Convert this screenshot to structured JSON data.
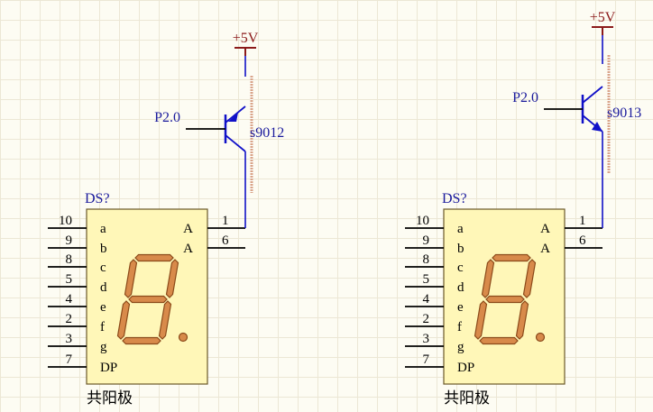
{
  "colors": {
    "wire": "#1010c8",
    "power": "#8b1a1a",
    "label_blue": "#1a1a9c",
    "body_fill": "#fff7b8",
    "body_stroke": "#6b5a2a",
    "segment_fill": "#d88a4a",
    "segment_stroke": "#8b4a1a",
    "pin": "#000000",
    "text": "#000000"
  },
  "circuits": [
    {
      "power_label": "+5V",
      "transistor_label": "s9012",
      "base_signal_label": "P2.0",
      "transistor_type": "PNP",
      "display": {
        "designator": "DS?",
        "comment": "共阳极",
        "left_pins": [
          "10",
          "9",
          "8",
          "5",
          "4",
          "2",
          "3",
          "7"
        ],
        "segment_labels": [
          "a",
          "b",
          "c",
          "d",
          "e",
          "f",
          "g",
          "DP"
        ],
        "right_pins": [
          "1",
          "6"
        ],
        "right_labels": [
          "A",
          "A"
        ]
      }
    },
    {
      "power_label": "+5V",
      "transistor_label": "s9013",
      "base_signal_label": "P2.0",
      "transistor_type": "NPN",
      "display": {
        "designator": "DS?",
        "comment": "共阳极",
        "left_pins": [
          "10",
          "9",
          "8",
          "5",
          "4",
          "2",
          "3",
          "7"
        ],
        "segment_labels": [
          "a",
          "b",
          "c",
          "d",
          "e",
          "f",
          "g",
          "DP"
        ],
        "right_pins": [
          "1",
          "6"
        ],
        "right_labels": [
          "A",
          "A"
        ]
      }
    }
  ]
}
